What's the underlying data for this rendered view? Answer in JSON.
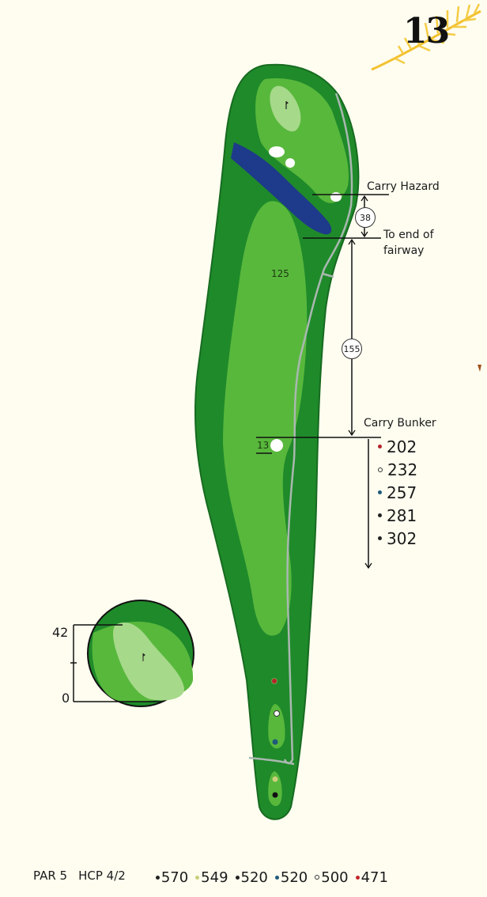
{
  "hole": {
    "number": "13",
    "par_label": "PAR 5",
    "handicap_label": "HCP 4/2"
  },
  "annotations": {
    "carry_hazard": "Carry Hazard",
    "to_end_of_fairway_line1": "To end of",
    "to_end_of_fairway_line2": "fairway",
    "carry_bunker": "Carry Bunker",
    "distance_hazard": "38",
    "distance_fairway": "155",
    "fairway_marker": "125",
    "bunker_marker": "13"
  },
  "carry_bunker_distances": [
    {
      "value": "202",
      "color": "#b5252a",
      "style": "solid"
    },
    {
      "value": "232",
      "color": "#ffffff",
      "style": "ring"
    },
    {
      "value": "257",
      "color": "#1f5a7a",
      "style": "solid"
    },
    {
      "value": "281",
      "color": "#222222",
      "style": "solid"
    },
    {
      "value": "302",
      "color": "#222222",
      "style": "solid"
    }
  ],
  "tee_yardages": [
    {
      "value": "570",
      "color": "#222222",
      "style": "solid"
    },
    {
      "value": "549",
      "color": "#c9cf7a",
      "style": "solid"
    },
    {
      "value": "520",
      "color": "#222222",
      "style": "solid"
    },
    {
      "value": "520",
      "color": "#1f5a7a",
      "style": "solid"
    },
    {
      "value": "500",
      "color": "#ffffff",
      "style": "ring"
    },
    {
      "value": "471",
      "color": "#c0272d",
      "style": "solid"
    }
  ],
  "green_detail": {
    "depth_top": "42",
    "depth_bottom": "0"
  },
  "colors": {
    "background": "#fffdf0",
    "rough": "#1f8a2a",
    "fairway": "#58b83c",
    "green": "#a6d98a",
    "water": "#1e3a8a",
    "path": "#a9b8b0",
    "palm": "#f2c230"
  }
}
